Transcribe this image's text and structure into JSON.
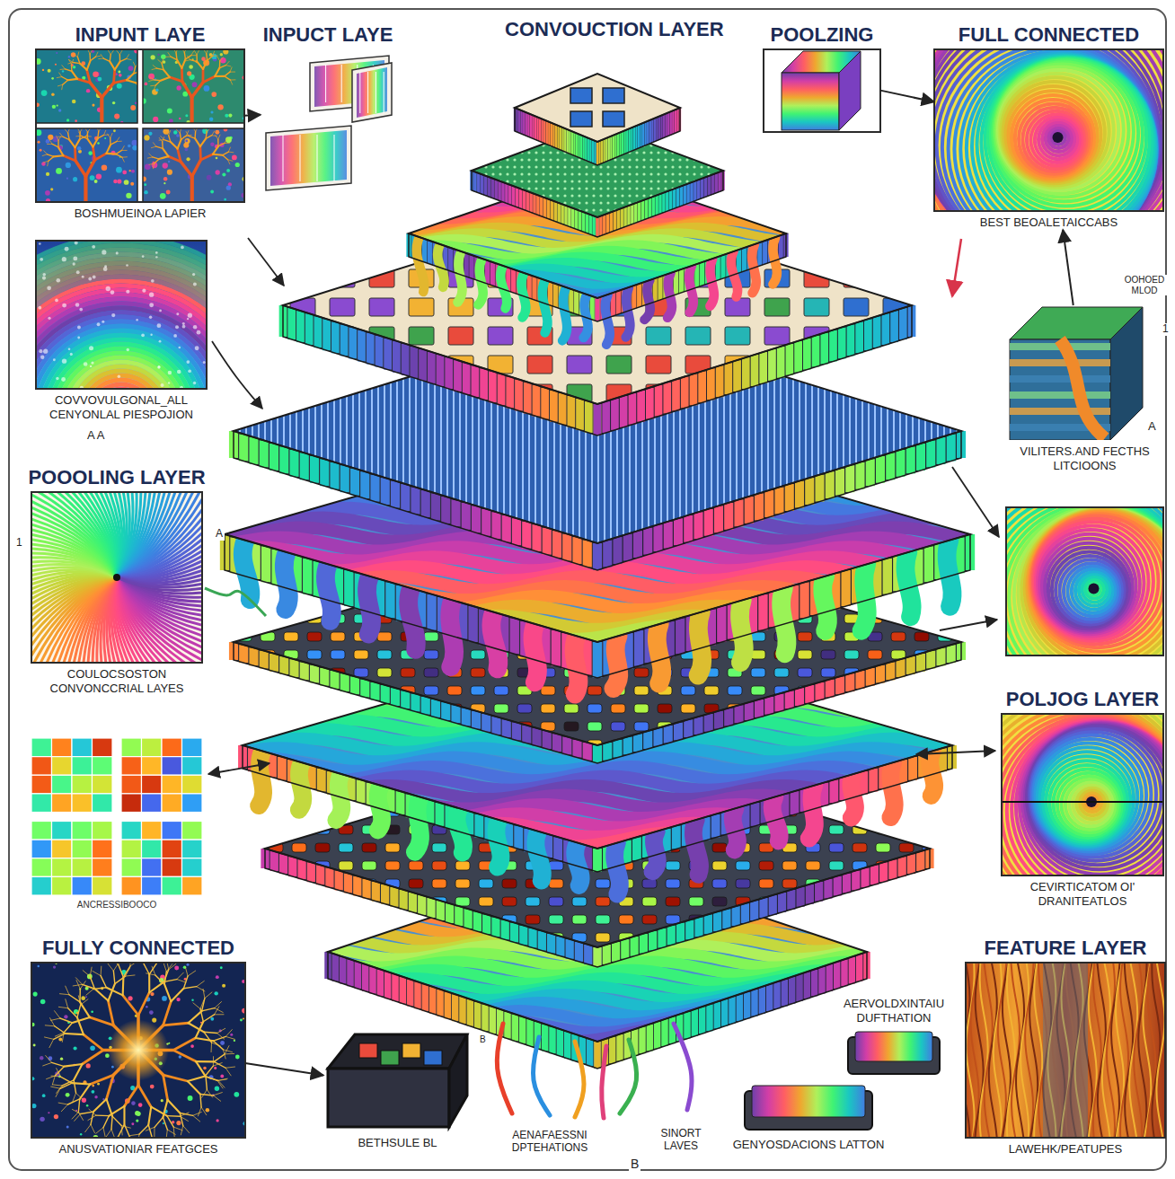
{
  "diagram": {
    "nodes": [
      {
        "text": [
          "INPUNT LAYE",
          "BOSHMUEINOA LAPIER"
        ]
      },
      {
        "text": [
          "INPUCT LAYE"
        ]
      },
      {
        "text": [
          "POOLZING"
        ]
      },
      {
        "text": [
          "FULL CONNECTED",
          "BEST BEOALETAICCABS"
        ]
      },
      {
        "text": [
          "COVVOVULGONAL_ALL CENYONLAL PIESPOJION"
        ]
      },
      {
        "text": [
          "POOOLING LAYER",
          "COULOCSOSTON CONVONCCRIAL LAYES"
        ]
      },
      {
        "text": [
          "ANCRESSIBOOCO"
        ]
      },
      {
        "text": [
          "FULLY CONNECTED",
          "ANUSVATIONIAR FEATGCES"
        ]
      },
      {
        "text": [
          "VILITERS.AND FECTHS LITCIOONS"
        ]
      },
      {
        "text": [
          "POLJOG LAYER",
          "CEVIRTICATOM OI' DRANITEATLOS"
        ]
      },
      {
        "text": [
          "FEATURE LAYER",
          "LAWEHK/PEATUPES"
        ]
      },
      {
        "text": [
          "BETHSULE BL"
        ]
      },
      {
        "text": [
          "AERVOLDXINTAIU DUFTHATION"
        ]
      },
      {
        "text": [
          "GENYOSDACIONS LATTON"
        ]
      }
    ],
    "edges": [
      {
        "from": 0,
        "to": 1,
        "arrow": "to"
      },
      {
        "from": 2,
        "to": 3,
        "arrow": "to"
      },
      {
        "from": 8,
        "to": 3,
        "arrow": "to"
      },
      {
        "from": 7,
        "to": 11,
        "arrow": "to"
      }
    ],
    "labels": [
      "CONVOUCTION LAYER",
      "OOHOED MLOD",
      "A A",
      "A",
      "A",
      "AENAFAESSNI DPTEHATIONS",
      "SINORT LAVES",
      "B",
      "B",
      "1",
      "1"
    ]
  }
}
